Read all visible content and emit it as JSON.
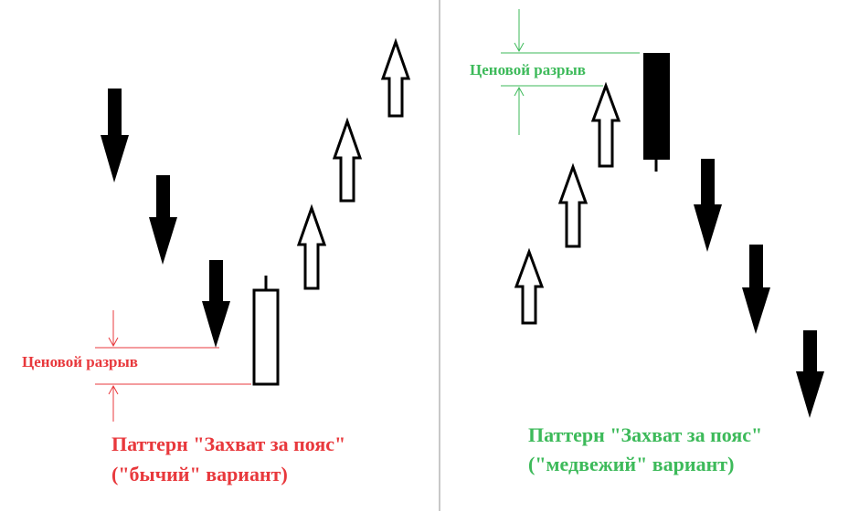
{
  "left_panel": {
    "gap_label": "Ценовой разрыв",
    "title_line1": "Паттерн \"Захват за пояс\"",
    "title_line2": "(\"бычий\" вариант)",
    "accent_color": "#e8383c"
  },
  "right_panel": {
    "gap_label": "Ценовой разрыв",
    "title_line1": "Паттерн \"Захват за пояс\"",
    "title_line2": "(\"медвежий\" вариант)",
    "accent_color": "#3dba5a"
  },
  "icons": {
    "down": "arrow-down-icon",
    "up": "arrow-up-icon"
  }
}
